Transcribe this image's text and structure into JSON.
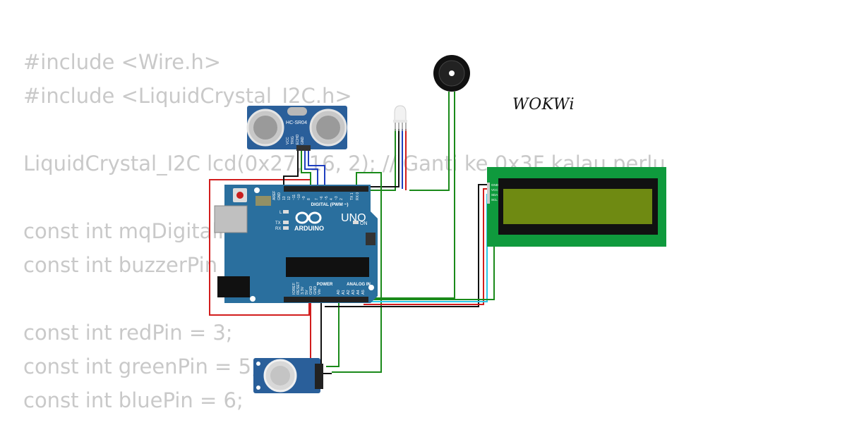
{
  "code": {
    "lines": [
      "#include <Wire.h>",
      "#include <LiquidCrystal_I2C.h>",
      "LiquidCrystal_I2C lcd(0x27, 16, 2); // Ganti ke 0x3F kalau perlu",
      "const int mqDigitalPin",
      "const int buzzerPin",
      "const int redPin = 3;",
      "const int greenPin = 5;",
      "const int bluePin = 6;"
    ]
  },
  "logo": "WOKWi",
  "components": {
    "ultrasonic": {
      "model": "HC-SR04",
      "pins": [
        "VCC",
        "TRIG",
        "ECHO",
        "GND"
      ]
    },
    "arduino": {
      "brand": "ARDUINO",
      "model": "UNO",
      "digital_label": "DIGITAL (PWM ~)",
      "power_label": "POWER",
      "analog_label": "ANALOG IN",
      "on_label": "ON",
      "l_label": "L",
      "tx_label": "TX",
      "rx_label": "RX",
      "power_pins": [
        "IOREF",
        "RESET",
        "3.3V",
        "5V",
        "GND",
        "GND",
        "Vin"
      ],
      "analog_pins": [
        "A0",
        "A1",
        "A2",
        "A3",
        "A4",
        "A5"
      ],
      "digital_pins": [
        "AREF",
        "GND",
        "13",
        "12",
        "~11",
        "~10",
        "~9",
        "8",
        "7",
        "~6",
        "~5",
        "4",
        "~3",
        "2",
        "TX 1",
        "RX 0"
      ]
    },
    "lcd": {
      "pins": [
        "GND",
        "VCC",
        "SDA",
        "SCL"
      ]
    }
  },
  "colors": {
    "wire_red": "#d21d1d",
    "wire_green": "#1a8a1a",
    "wire_black": "#111111",
    "wire_blue": "#1f3fbf",
    "wire_cyan": "#28c8e8",
    "board_blue": "#2a6f9e",
    "lcd_green": "#0f9a3d",
    "lcd_screen": "#6f8a12"
  }
}
